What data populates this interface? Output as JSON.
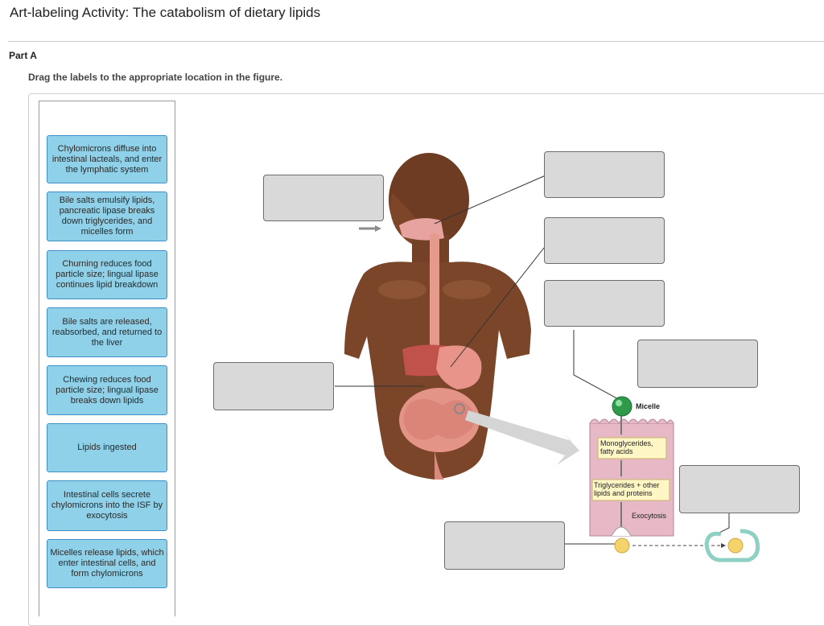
{
  "header": {
    "title": "Art-labeling Activity: The catabolism of dietary lipids",
    "part": "Part A",
    "instruction": "Drag the labels to the appropriate location in the figure."
  },
  "labels": [
    "Chylomicrons diffuse into intestinal lacteals, and enter the lymphatic system",
    "Bile salts emulsify lipids, pancreatic lipase breaks down triglycerides, and micelles form",
    "Churning reduces food particle size; lingual lipase continues lipid breakdown",
    "Bile salts are released, reabsorbed, and returned to the liver",
    "Chewing reduces food particle size; lingual lipase breaks down lipids",
    "Lipids ingested",
    "Intestinal cells secrete chylomicrons into the ISF by exocytosis",
    "Micelles release lipids, which enter intestinal cells, and form chylomicrons"
  ],
  "figure": {
    "micelle": "Micelle",
    "monoglycerides": "Monoglycerides,",
    "fatty_acids": "fatty acids",
    "triglycerides": "Triglycerides + other",
    "lipids_proteins": "lipids and proteins",
    "exocytosis": "Exocytosis"
  },
  "colors": {
    "chip_fill": "#8fd1e9",
    "chip_border": "#3d8ec9",
    "drop_fill": "#d9d9d9",
    "skin": "#7a4528",
    "organ": "#e08a7a"
  }
}
